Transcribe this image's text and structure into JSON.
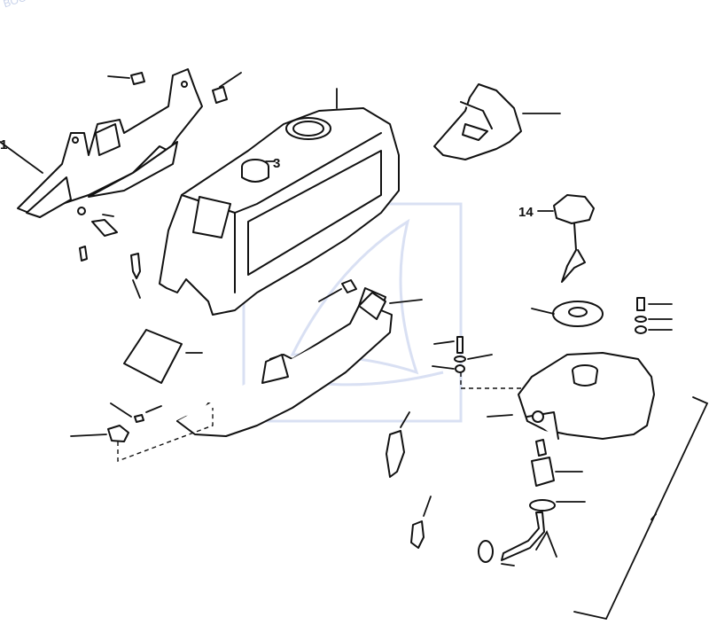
{
  "diagram": {
    "callouts": [
      {
        "id": "callout-3",
        "label": "3"
      },
      {
        "id": "callout-14",
        "label": "14"
      }
    ]
  },
  "watermark": {
    "text": "BOOT",
    "color": "#b9c6ea"
  },
  "colors": {
    "line": "#111111",
    "background": "#ffffff"
  }
}
